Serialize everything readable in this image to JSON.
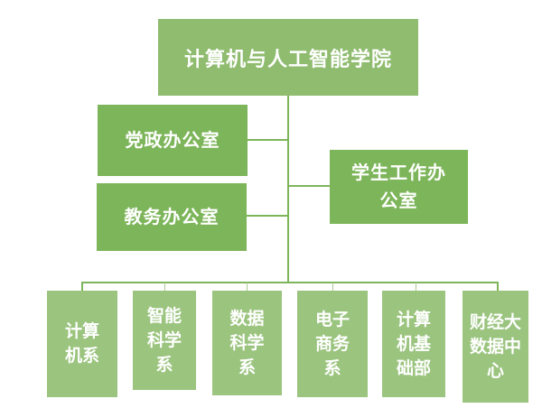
{
  "root": {
    "label": "计算机与人工智能学院"
  },
  "offices": [
    {
      "label": "党政办公室"
    },
    {
      "label": "教务办公室"
    },
    {
      "label": "学生工作办公室"
    }
  ],
  "departments": [
    {
      "label": "计算机系"
    },
    {
      "label": "智能科学系"
    },
    {
      "label": "数据科学系"
    },
    {
      "label": "电子商务系"
    },
    {
      "label": "计算机基础部"
    },
    {
      "label": "财经大数据中心"
    }
  ],
  "colors": {
    "root": "#8fbc6f",
    "office": "#7db55a",
    "department": "#9bc47f",
    "connector": "#7db55a"
  }
}
